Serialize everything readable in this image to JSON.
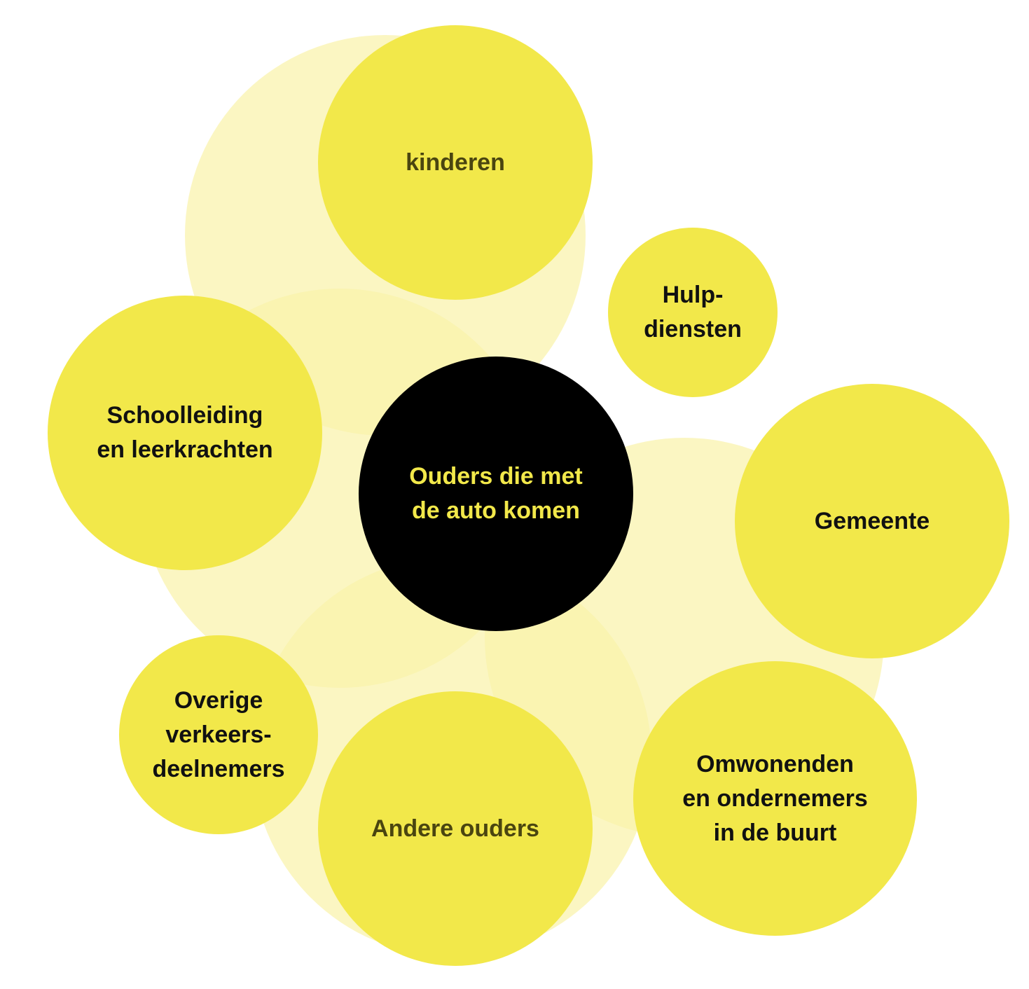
{
  "colors": {
    "node_fill": "#f2e84a",
    "halo_fill": "#faf3aa",
    "center_fill": "#000000",
    "center_text": "#f2e84a",
    "node_text": "#111111",
    "muted_text": "#4a4510"
  },
  "center": {
    "label": "Ouders die met\nde auto komen"
  },
  "nodes": {
    "kinderen": "kinderen",
    "hulpdiensten": "Hulp-\ndiensten",
    "schoolleiding": "Schoolleiding\nen leerkrachten",
    "gemeente": "Gemeente",
    "overige": "Overige\nverkeers-\ndeelnemers",
    "andere_ouders": "Andere ouders",
    "omwonenden": "Omwonenden\nen ondernemers\nin de buurt"
  }
}
